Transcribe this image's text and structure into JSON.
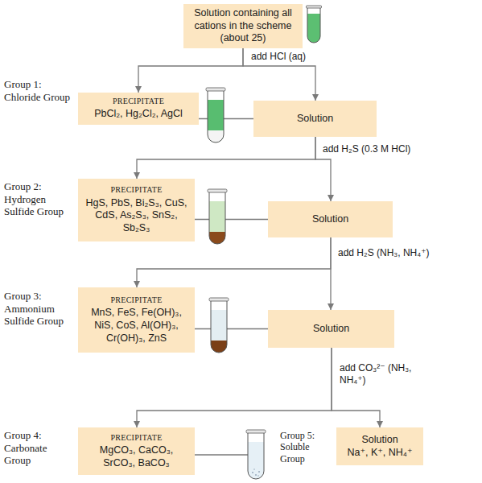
{
  "diagram": {
    "nodes": [
      {
        "text": [
          "Solution containing all cations in the scheme (about 25)"
        ]
      },
      {
        "text": [
          "PRECIPITATE",
          "PbCl₂, Hg₂Cl₂, AgCl"
        ]
      },
      {
        "text": [
          "Solution"
        ]
      },
      {
        "text": [
          "PRECIPITATE",
          "HgS, PbS, Bi₂S₃, CuS, CdS, As₂S₃, SnS₂, Sb₂S₃"
        ]
      },
      {
        "text": [
          "Solution"
        ]
      },
      {
        "text": [
          "PRECIPITATE",
          "MnS, FeS, Fe(OH)₃, NiS, CoS, Al(OH)₃, Cr(OH)₃, ZnS"
        ]
      },
      {
        "text": [
          "Solution"
        ]
      },
      {
        "text": [
          "PRECIPITATE",
          "MgCO₃, CaCO₃, SrCO₃, BaCO₃"
        ]
      },
      {
        "text": [
          "Solution",
          "Na⁺, K⁺, NH₄⁺"
        ]
      }
    ],
    "edges": [
      {
        "from": 0,
        "to": 1,
        "arrow": "to",
        "label": "add HCl (aq)"
      },
      {
        "from": 0,
        "to": 2,
        "arrow": "to"
      },
      {
        "from": 1,
        "to": 2,
        "arrow": "none"
      },
      {
        "from": 2,
        "to": 3,
        "arrow": "to",
        "label": "add H₂S (0.3 M HCl)"
      },
      {
        "from": 2,
        "to": 4,
        "arrow": "to"
      },
      {
        "from": 3,
        "to": 4,
        "arrow": "none"
      },
      {
        "from": 4,
        "to": 5,
        "arrow": "to",
        "label": "add H₂S (NH₃, NH₄⁺)"
      },
      {
        "from": 4,
        "to": 6,
        "arrow": "to"
      },
      {
        "from": 5,
        "to": 6,
        "arrow": "none"
      },
      {
        "from": 6,
        "to": 7,
        "arrow": "to",
        "label": "add CO₃²⁻ (NH₃, NH₄⁺)"
      },
      {
        "from": 6,
        "to": 8,
        "arrow": "to"
      }
    ],
    "labels": [
      "Group 1: Chloride Group",
      "Group 2: Hydrogen Sulfide Group",
      "Group 3: Ammonium Sulfide Group",
      "Group 4: Carbonate Group",
      "Group 5: Soluble Group"
    ]
  }
}
